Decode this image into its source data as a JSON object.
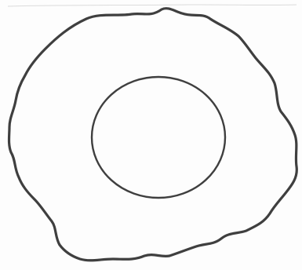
{
  "figure": {
    "description_role": "sketch-of-cell",
    "parts": [
      {
        "name": "cell-membrane",
        "shape": "irregular-closed-outline"
      },
      {
        "name": "nucleus",
        "shape": "circle"
      }
    ]
  },
  "colors": {
    "background": "#fdfdfd",
    "ink": "#3f3f3f",
    "faint": "#9a9a9a"
  }
}
